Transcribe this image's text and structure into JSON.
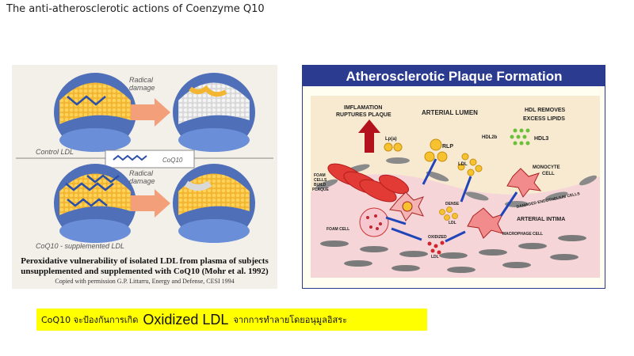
{
  "slide": {
    "title": "The anti-atherosclerotic actions of Coenzyme Q10"
  },
  "left_figure": {
    "radical_damage_label": "Radical\ndamage",
    "control_ldl_label": "Control LDL",
    "coq10_label": "CoQ10",
    "supplemented_label": "CoQ10 - supplemented LDL",
    "caption_line1": "Peroxidative vulnerability of isolated LDL from plasma of subjects",
    "caption_line2": "unsupplemented and supplemented with CoQ10 (Mohr et al. 1992)",
    "caption_line3": "Copied with permission G.P. Littarru, Energy and Defense, CESI 1994"
  },
  "right_figure": {
    "title": "Atherosclerotic Plaque Formation",
    "labels": {
      "inflammation": "IMFLAMATION",
      "ruptures": "RUPTURES  PLAQUE",
      "arterial_lumen": "ARTERIAL LUMEN",
      "hdl_removes": "HDL REMOVES",
      "excess_lipids": "EXCESS LIPIDS",
      "lpa": "Lp(a)",
      "rlp": "RLP",
      "hdl2b": "HDL2b",
      "hdl3": "HDL3",
      "ldl": "LDL",
      "foam_cells_build": "FOAM",
      "foam_cells_build2": "CELLS",
      "foam_cells_build3": "BUILD",
      "foam_cells_build4": "PLAQUE",
      "monocyte": "MONOCYTE",
      "cell": "CELL",
      "damaged_endothelium": "DAMAGED ENDOTHELIUM CELLS",
      "dense_ldl1": "DENSE",
      "dense_ldl2": "LDL",
      "arterial_intima": "ARTERIAL INTIMA",
      "foam_cell": "FOAM CELL",
      "macrophage_cell": "MACROPHAGE CELL",
      "oxidized_ldl1": "OXIDIZED",
      "oxidized_ldl2": "LDL"
    }
  },
  "banner": {
    "part1": "CoQ10 จะป้องกันการเกิด",
    "part2": "Oxidized LDL",
    "part3": "จากการทำลายโดยอนุมูลอิสระ",
    "background": "#ffff00"
  }
}
